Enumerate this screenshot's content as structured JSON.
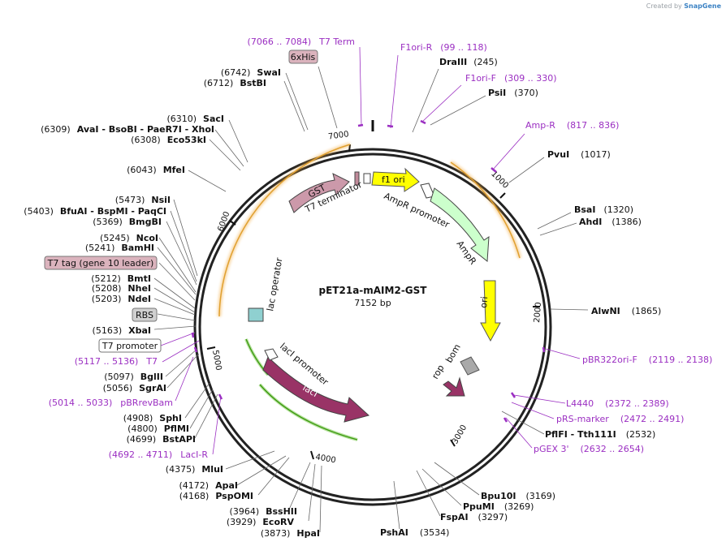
{
  "credit": {
    "prefix": "Created by",
    "brand": "SnapGene"
  },
  "plasmid": {
    "name": "pET21a-mAIM2-GST",
    "size": "7152 bp"
  },
  "ticks": [
    "1000",
    "2000",
    "3000",
    "4000",
    "5000",
    "6000",
    "7000"
  ],
  "features": {
    "f1_ori": "f1 ori",
    "ampr_promoter": "AmpR promoter",
    "ampr": "AmpR",
    "ori": "ori",
    "rop": "rop",
    "bom": "bom",
    "laci": "lacI",
    "laci_promoter": "lacI promoter",
    "lac_operator": "lac operator",
    "gst": "GST",
    "t7_terminator": "T7 terminator"
  },
  "boxed": {
    "his": "6xHis",
    "t7tag": "T7 tag (gene 10 leader)",
    "rbs": "RBS",
    "t7promoter": "T7 promoter"
  },
  "right_labels": [
    {
      "pos": "(99 .. 118)",
      "name": "F1ori-R",
      "primer": true
    },
    {
      "name": "DraIII",
      "pos": "(245)"
    },
    {
      "pos": "(309 .. 330)",
      "name": "F1ori-F",
      "primer": true
    },
    {
      "name": "PsiI",
      "pos": "(370)"
    },
    {
      "pos": "(817 .. 836)",
      "name": "Amp-R",
      "primer": true
    },
    {
      "name": "PvuI",
      "pos": "(1017)"
    },
    {
      "name": "BsaI",
      "pos": "(1320)"
    },
    {
      "name": "AhdI",
      "pos": "(1386)"
    },
    {
      "name": "AlwNI",
      "pos": "(1865)"
    },
    {
      "pos": "(2119 .. 2138)",
      "name": "pBR322ori-F",
      "primer": true
    },
    {
      "pos": "(2372 .. 2389)",
      "name": "L4440",
      "primer": true
    },
    {
      "pos": "(2472 .. 2491)",
      "name": "pRS-marker",
      "primer": true
    },
    {
      "name": "PflFI - Tth111I",
      "pos": "(2532)"
    },
    {
      "pos": "(2632 .. 2654)",
      "name": "pGEX 3'",
      "primer": true
    },
    {
      "name": "Bpu10I",
      "pos": "(3169)"
    },
    {
      "name": "PpuMI",
      "pos": "(3269)"
    },
    {
      "name": "FspAI",
      "pos": "(3297)"
    },
    {
      "name": "PshAI",
      "pos": "(3534)"
    }
  ],
  "left_labels": [
    {
      "pos": "(7066 .. 7084)",
      "name": "T7 Term",
      "primer": true
    },
    {
      "pos": "(6742)",
      "name": "SwaI"
    },
    {
      "pos": "(6712)",
      "name": "BstBI"
    },
    {
      "pos": "(6310)",
      "name": "SacI"
    },
    {
      "pos": "(6309)",
      "name": "AvaI - BsoBI - PaeR7I - XhoI"
    },
    {
      "pos": "(6308)",
      "name": "Eco53kI"
    },
    {
      "pos": "(6043)",
      "name": "MfeI"
    },
    {
      "pos": "(5473)",
      "name": "NsiI"
    },
    {
      "pos": "(5403)",
      "name": "BfuAI - BspMI - PaqCI"
    },
    {
      "pos": "(5369)",
      "name": "BmgBI"
    },
    {
      "pos": "(5245)",
      "name": "NcoI"
    },
    {
      "pos": "(5241)",
      "name": "BamHI"
    },
    {
      "pos": "(5212)",
      "name": "BmtI"
    },
    {
      "pos": "(5208)",
      "name": "NheI"
    },
    {
      "pos": "(5203)",
      "name": "NdeI"
    },
    {
      "pos": "(5163)",
      "name": "XbaI"
    },
    {
      "pos": "(5117 .. 5136)",
      "name": "T7",
      "primer": true
    },
    {
      "pos": "(5097)",
      "name": "BglII"
    },
    {
      "pos": "(5056)",
      "name": "SgrAI"
    },
    {
      "pos": "(5014 .. 5033)",
      "name": "pBRrevBam",
      "primer": true
    },
    {
      "pos": "(4908)",
      "name": "SphI"
    },
    {
      "pos": "(4800)",
      "name": "PflMI"
    },
    {
      "pos": "(4699)",
      "name": "BstAPI"
    },
    {
      "pos": "(4692 .. 4711)",
      "name": "LacI-R",
      "primer": true
    },
    {
      "pos": "(4375)",
      "name": "MluI"
    },
    {
      "pos": "(4172)",
      "name": "ApaI"
    },
    {
      "pos": "(4168)",
      "name": "PspOMI"
    },
    {
      "pos": "(3964)",
      "name": "BssHII"
    },
    {
      "pos": "(3929)",
      "name": "EcoRV"
    },
    {
      "pos": "(3873)",
      "name": "HpaI"
    }
  ],
  "colors": {
    "backbone": "#222222",
    "orf_orange": "#f2a93b",
    "orf_green": "#5fbf2a",
    "f1_ori": "#ffff00",
    "ori": "#ffff00",
    "ampr": "#ccffcc",
    "laci": "#993366",
    "gst": "#cc99aa",
    "primer": "#9b2fc2"
  }
}
